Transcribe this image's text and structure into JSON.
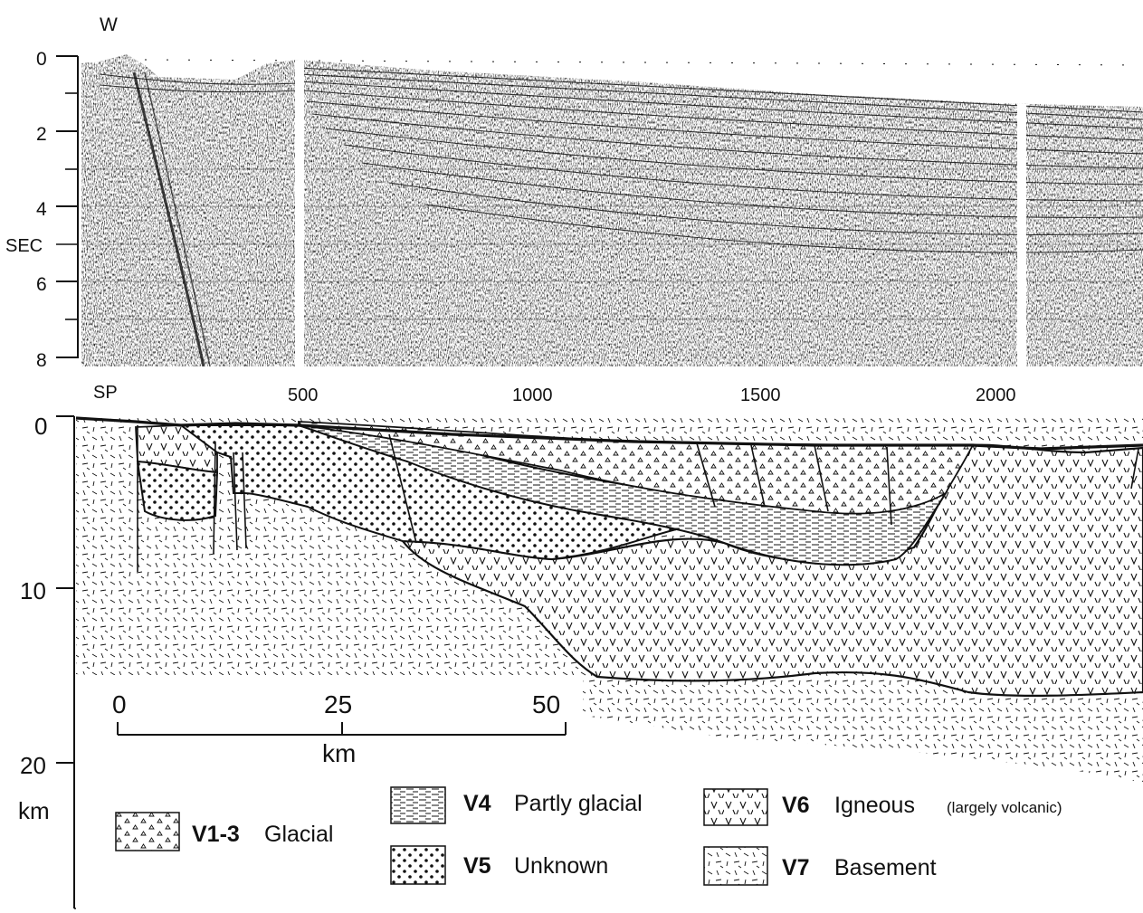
{
  "seismic": {
    "direction_label": "W",
    "time_axis_label": "SEC",
    "time_ticks": [
      "0",
      "2",
      "4",
      "6",
      "8"
    ],
    "shotpoint_label": "SP",
    "shotpoint_ticks": [
      "500",
      "1000",
      "1500",
      "2000"
    ]
  },
  "section": {
    "depth_ticks": [
      "0",
      "10",
      "20"
    ],
    "depth_unit": "km"
  },
  "scale_bar": {
    "ticks": [
      "0",
      "25",
      "50"
    ],
    "unit": "km"
  },
  "legend": [
    {
      "code": "V1-3",
      "name": "Glacial",
      "note": "",
      "pattern": "triangles"
    },
    {
      "code": "V4",
      "name": "Partly glacial",
      "note": "",
      "pattern": "dashes"
    },
    {
      "code": "V5",
      "name": "Unknown",
      "note": "",
      "pattern": "dots"
    },
    {
      "code": "V6",
      "name": "Igneous",
      "note": "(largely volcanic)",
      "pattern": "vees"
    },
    {
      "code": "V7",
      "name": "Basement",
      "note": "",
      "pattern": "ticks"
    }
  ]
}
